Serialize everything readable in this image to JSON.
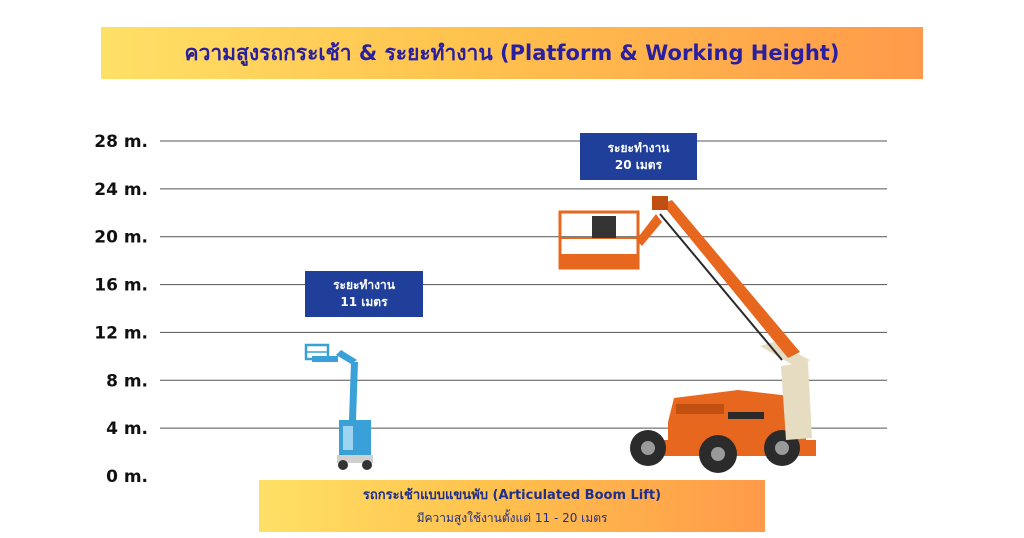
{
  "header": {
    "title": "ความสูงรถกระเช้า & ระยะทำงาน (Platform & Working Height)"
  },
  "callouts": {
    "small": {
      "line1": "ระยะทำงาน",
      "line2": "11 เมตร"
    },
    "large": {
      "line1": "ระยะทำงาน",
      "line2": "20 เมตร"
    }
  },
  "footer": {
    "title": "รถกระเช้าแบบแขนพับ (Articulated Boom Lift)",
    "subtitle": "มีความสูงใช้งานตั้งแต่ 11 - 20 เมตร"
  },
  "colors": {
    "blue_lift": "#3aa0d8",
    "orange_lift": "#e8671f",
    "callout_bg": "#1f3f9a",
    "title_text": "#2a1f9e"
  },
  "chart_data": {
    "type": "bar",
    "title": "ความสูงรถกระเช้า & ระยะทำงาน (Platform & Working Height)",
    "categories": [
      "ระยะทำงาน 11 เมตร",
      "ระยะทำงาน 20 เมตร"
    ],
    "values": [
      11,
      20
    ],
    "ylim": [
      0,
      28
    ],
    "yticks": [
      0,
      4,
      8,
      12,
      16,
      20,
      24,
      28
    ],
    "ytick_labels": [
      "0 m.",
      "4 m.",
      "8 m.",
      "12 m.",
      "16 m.",
      "20 m.",
      "24 m.",
      "28 m."
    ],
    "grid": true
  }
}
